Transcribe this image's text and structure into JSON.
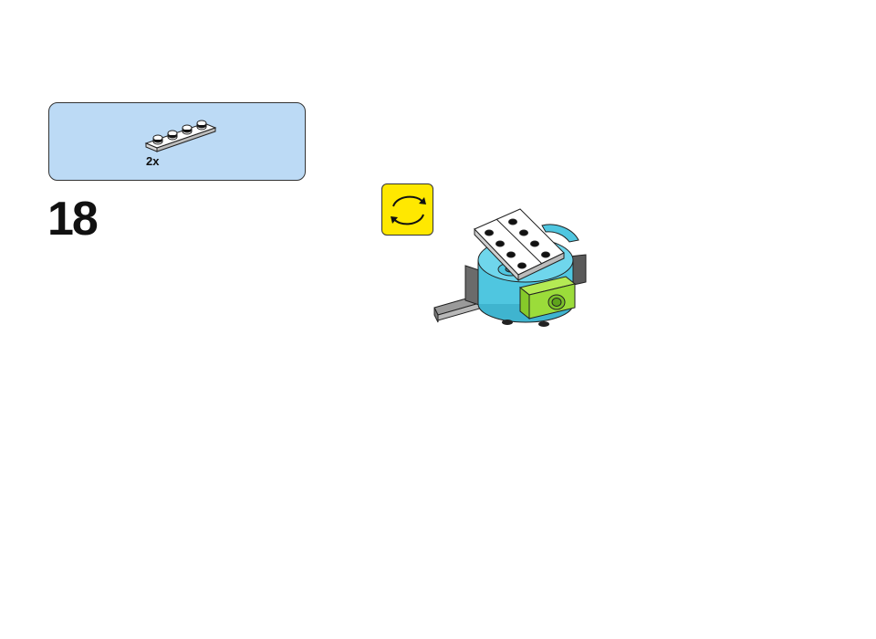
{
  "step": {
    "number": "18"
  },
  "parts_callout": {
    "quantity": "2x",
    "part_icon": "white-plate-1x4-icon",
    "background_color": "#bcdaf5"
  },
  "rotate_indicator": {
    "icon": "rotate-model-icon",
    "color": "#ffe800"
  },
  "model": {
    "icon": "assembly-model-image",
    "colors": {
      "medium_azure": "#4fc6e0",
      "lime": "#9bdc3a",
      "dark_gray": "#6b6b6b",
      "white": "#ffffff"
    }
  }
}
